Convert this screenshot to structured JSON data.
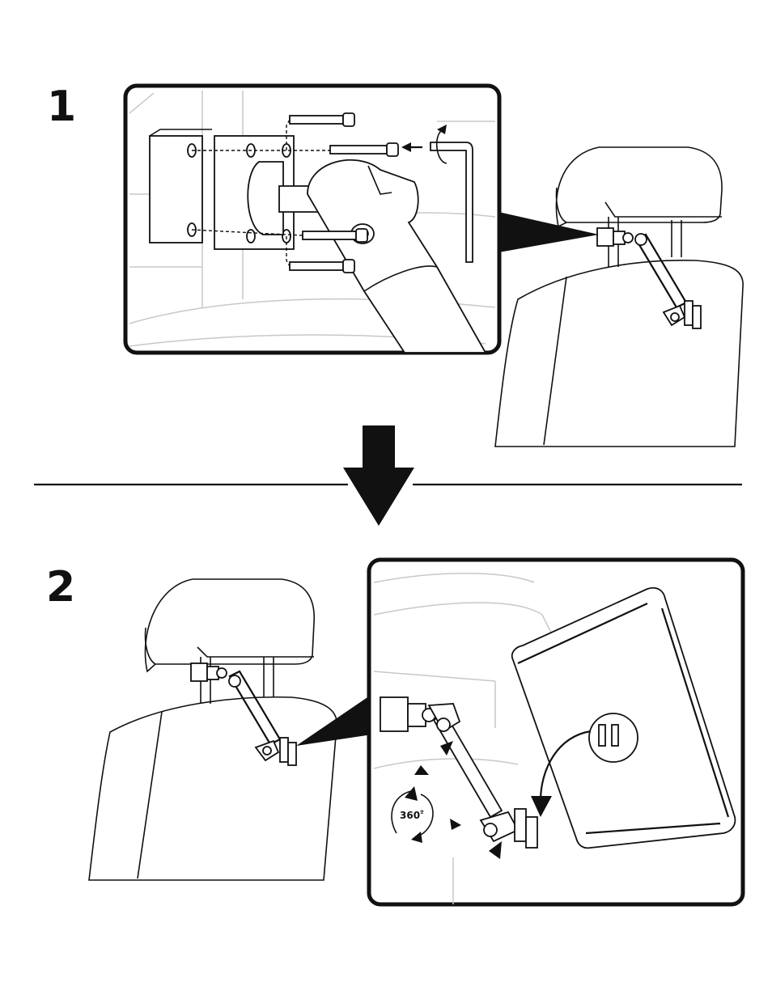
{
  "steps": [
    {
      "number": "1"
    },
    {
      "number": "2"
    }
  ],
  "rotation_label": "360",
  "rotation_unit": "º",
  "colors": {
    "ink": "#111111",
    "background_lines": "#c8c8c8",
    "paper": "#ffffff"
  },
  "icons": [
    "hex-key-icon",
    "down-arrow-icon",
    "rotate-360-icon",
    "screw-icon"
  ]
}
